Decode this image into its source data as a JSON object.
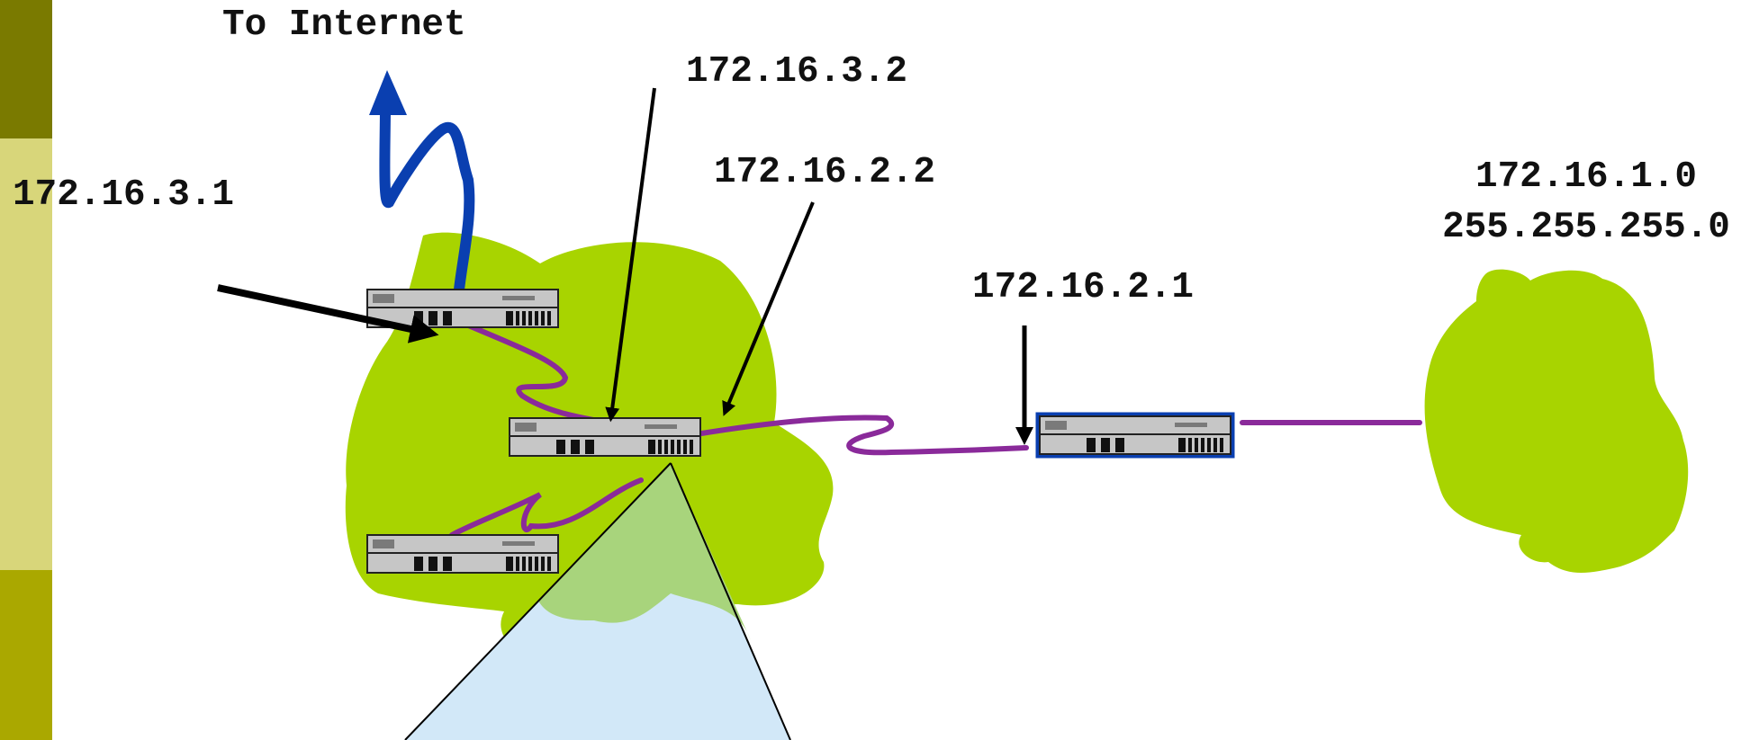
{
  "labels": {
    "to_internet": "To Internet",
    "r1_addr": "172.16.3.1",
    "r2_addr_a": "172.16.3.2",
    "r2_addr_b": "172.16.2.2",
    "r3_addr": "172.16.2.1",
    "remote_network": "172.16.1.0",
    "remote_mask": "255.255.255.0"
  },
  "colors": {
    "sidebar_dark": "#7a7a00",
    "sidebar_light": "#d8d67a",
    "sidebar_mid": "#aaa800",
    "cloud_green": "#a8d400",
    "link_purple": "#8a2a9a",
    "internet_arrow": "#0a3fb0",
    "highlight_router_border": "#0a3fb0",
    "zoom_fill": "#d2e8f8",
    "router_gray": "#c6c6c6"
  },
  "icons": {
    "router": "router-icon",
    "cloud": "network-cloud-icon",
    "arrow": "pointer-arrow-icon"
  }
}
